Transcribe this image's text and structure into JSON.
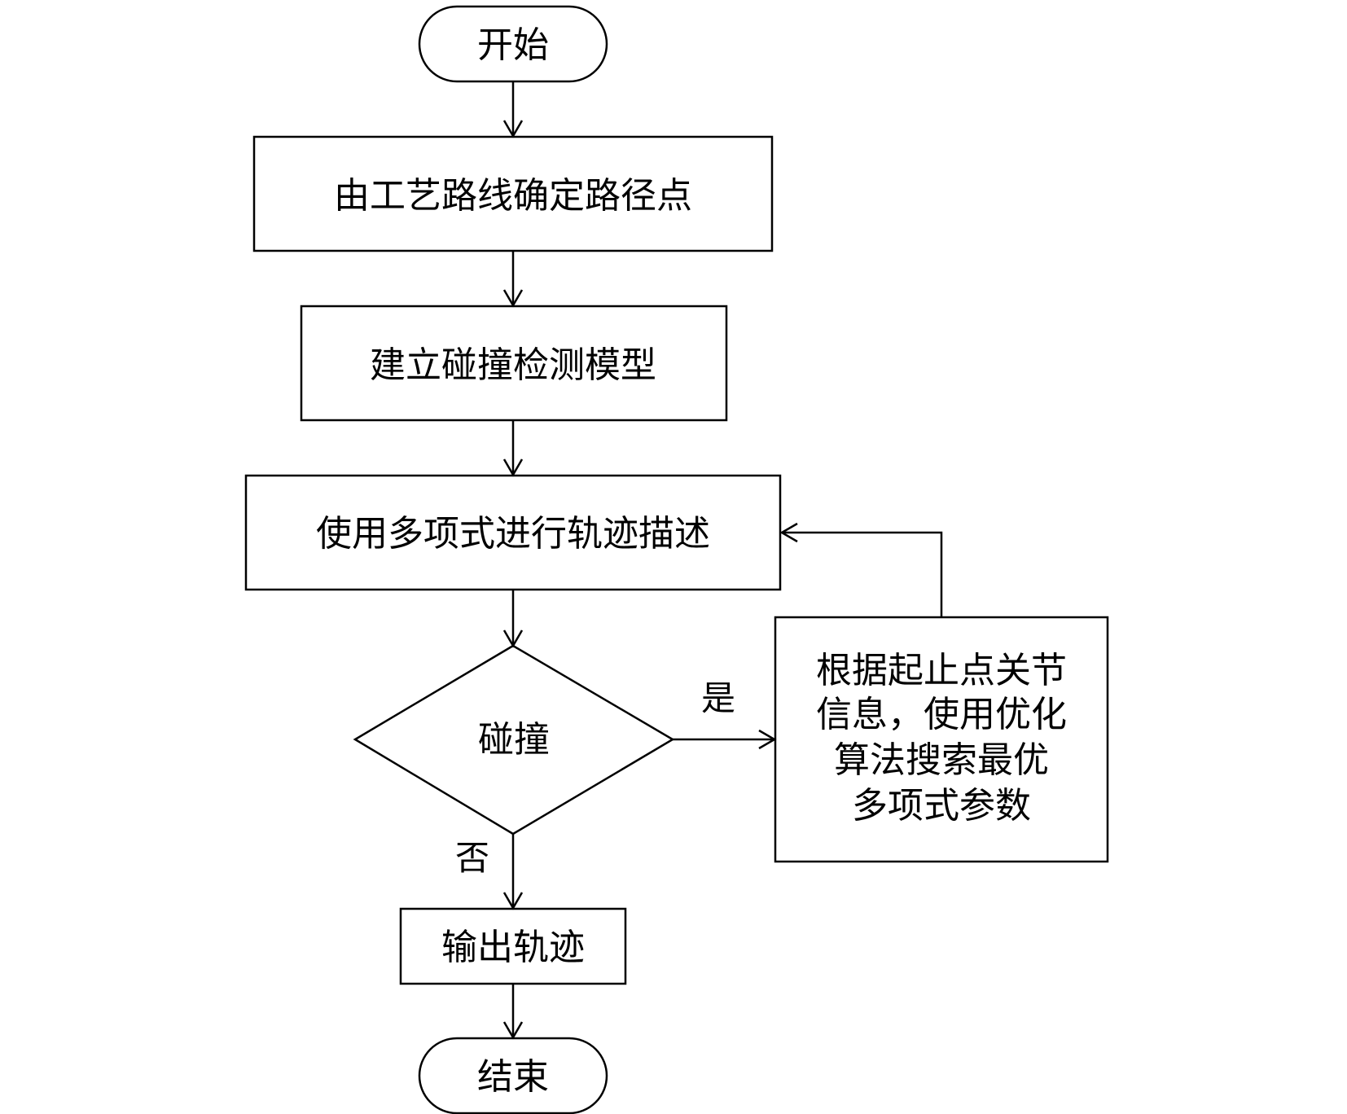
{
  "nodes": {
    "start": "开始",
    "step1": "由工艺路线确定路径点",
    "step2": "建立碰撞检测模型",
    "step3": "使用多项式进行轨迹描述",
    "decision": "碰撞",
    "optimize_lines": [
      "根据起止点关节",
      "信息，使用优化",
      "算法搜索最优",
      "多项式参数"
    ],
    "output": "输出轨迹",
    "end": "结束"
  },
  "edges": {
    "yes_label": "是",
    "no_label": "否"
  }
}
